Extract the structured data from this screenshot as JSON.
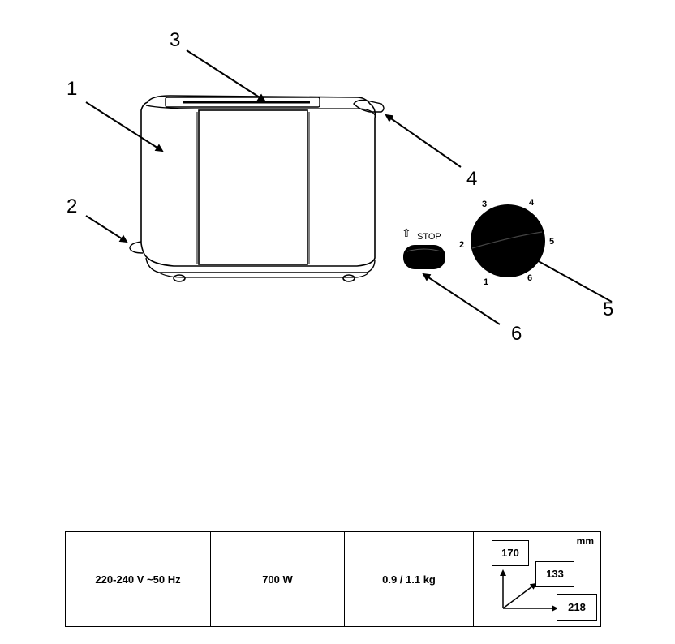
{
  "callouts": {
    "c1": "1",
    "c2": "2",
    "c3": "3",
    "c4": "4",
    "c5": "5",
    "c6": "6"
  },
  "stop_button": {
    "label": "STOP",
    "arrow_glyph": "⇧"
  },
  "dial": {
    "numbers": {
      "n1": "1",
      "n2": "2",
      "n3": "3",
      "n4": "4",
      "n5": "5",
      "n6": "6"
    }
  },
  "specs": {
    "voltage": "220-240 V ~50 Hz",
    "power": "700 W",
    "weight": "0.9 / 1.1 kg",
    "dimensions": {
      "unit": "mm",
      "height": "170",
      "depth": "133",
      "width": "218"
    }
  }
}
